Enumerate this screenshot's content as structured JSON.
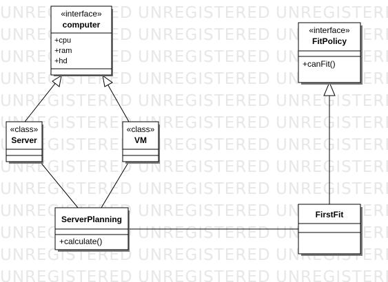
{
  "watermark": "UNREGISTERED",
  "colors": {
    "background": "#ffffff",
    "stroke": "#000000",
    "shadow": "#7a7a7a",
    "watermark": "#e7e7e7"
  },
  "classes": {
    "computer": {
      "stereotype": "«interface»",
      "name": "computer",
      "attributes": [
        "+cpu",
        "+ram",
        "+hd"
      ],
      "operations": []
    },
    "fitpolicy": {
      "stereotype": "«interface»",
      "name": "FitPolicy",
      "attributes": [],
      "operations": [
        "+canFit()"
      ]
    },
    "server": {
      "stereotype": "«class»",
      "name": "Server",
      "attributes": [],
      "operations": []
    },
    "vm": {
      "stereotype": "«class»",
      "name": "VM",
      "attributes": [],
      "operations": []
    },
    "serverplanning": {
      "stereotype": "",
      "name": "ServerPlanning",
      "attributes": [],
      "operations": [
        "+calculate()"
      ]
    },
    "firstfit": {
      "stereotype": "",
      "name": "FirstFit",
      "attributes": [],
      "operations": []
    }
  },
  "relations": [
    {
      "type": "generalization",
      "from": "server",
      "to": "computer"
    },
    {
      "type": "generalization",
      "from": "vm",
      "to": "computer"
    },
    {
      "type": "generalization",
      "from": "firstfit",
      "to": "fitpolicy"
    },
    {
      "type": "association",
      "from": "server",
      "to": "serverplanning"
    },
    {
      "type": "association",
      "from": "vm",
      "to": "serverplanning"
    },
    {
      "type": "association",
      "from": "serverplanning",
      "to": "firstfit"
    }
  ]
}
